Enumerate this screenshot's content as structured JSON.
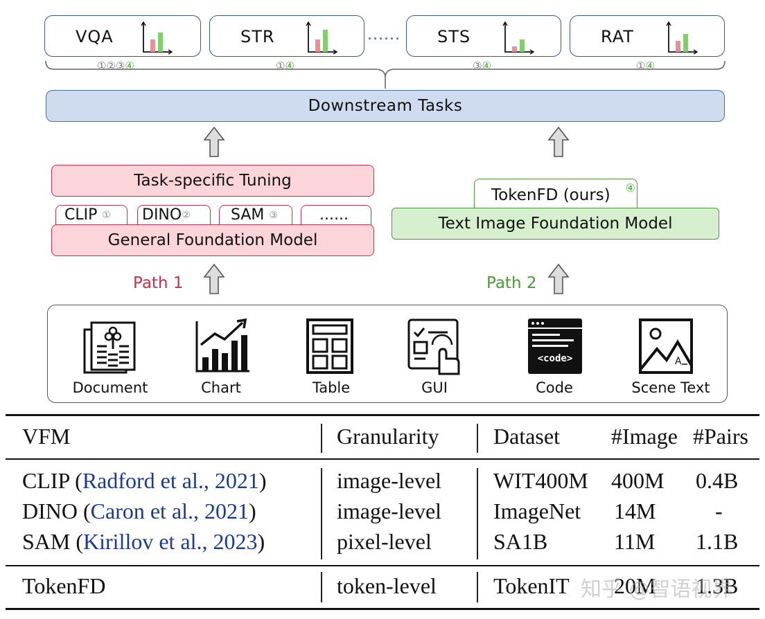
{
  "tasks": [
    {
      "label": "VQA",
      "circles": "①②③",
      "circles_green": "④",
      "bar_pink": 0.45,
      "bar_green": 0.7
    },
    {
      "label": "STR",
      "circles": "①",
      "circles_green": "④",
      "bar_pink": 0.45,
      "bar_green": 0.8
    },
    {
      "label": "STS",
      "circles": "③",
      "circles_green": "④",
      "bar_pink": 0.2,
      "bar_green": 0.45
    },
    {
      "label": "RAT",
      "circles": "①",
      "circles_green": "④",
      "bar_pink": 0.4,
      "bar_green": 0.65
    }
  ],
  "ellipsis": "......",
  "downstream": "Downstream Tasks",
  "path1": {
    "tuning": "Task-specific Tuning",
    "models": [
      {
        "name": "CLIP",
        "num": "①"
      },
      {
        "name": "DINO",
        "num": "②"
      },
      {
        "name": "SAM",
        "num": "③"
      },
      {
        "name": "......",
        "num": ""
      }
    ],
    "foundation": "General Foundation Model",
    "label": "Path 1"
  },
  "path2": {
    "tokenfd": "TokenFD (ours)",
    "tokenfd_num": "④",
    "foundation": "Text Image Foundation Model",
    "label": "Path 2"
  },
  "inputs": [
    {
      "label": "Document",
      "icon": "document-icon"
    },
    {
      "label": "Chart",
      "icon": "chart-icon"
    },
    {
      "label": "Table",
      "icon": "table-icon"
    },
    {
      "label": "GUI",
      "icon": "gui-icon"
    },
    {
      "label": "Code",
      "icon": "code-icon"
    },
    {
      "label": "Scene Text",
      "icon": "scene-text-icon"
    }
  ],
  "code_tag": "<code>",
  "scene_tag": "A",
  "table": {
    "headers": [
      "VFM",
      "Granularity",
      "Dataset",
      "#Image",
      "#Pairs"
    ],
    "rows": [
      {
        "vfm": "CLIP",
        "cite": "Radford et al., 2021",
        "granularity": "image-level",
        "dataset": "WIT400M",
        "images": "400M",
        "pairs": "0.4B"
      },
      {
        "vfm": "DINO",
        "cite": "Caron et al., 2021",
        "granularity": "image-level",
        "dataset": "ImageNet",
        "images": "14M",
        "pairs": "-"
      },
      {
        "vfm": "SAM",
        "cite": "Kirillov et al., 2023",
        "granularity": "pixel-level",
        "dataset": "SA1B",
        "images": "11M",
        "pairs": "1.1B"
      }
    ],
    "ours": {
      "vfm": "TokenFD",
      "granularity": "token-level",
      "dataset": "TokenIT",
      "images": "20M",
      "pairs": "1.3B"
    }
  },
  "watermark": "知乎 @智语视界",
  "colors": {
    "pink": "#fbd5d9",
    "green": "#d6f0cf",
    "blue": "#cfdcef",
    "path1": "#c0344b",
    "path2": "#4a9a38",
    "cite": "#1a3a8c"
  }
}
